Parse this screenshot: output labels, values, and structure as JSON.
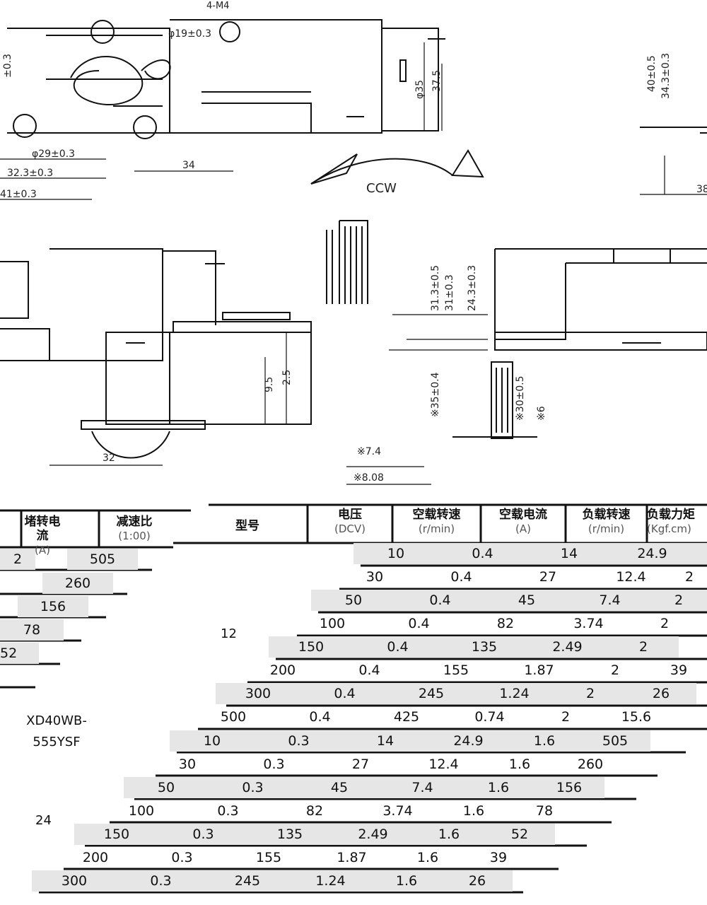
{
  "drawing": {
    "dimensions": {
      "top_left": "4-M4",
      "top_pcd": "φ19±0.3",
      "left_vertical": "±0.3",
      "bottom_1": "φ29±0.3",
      "bottom_2": "32.3±0.3",
      "bottom_3": "41±0.3",
      "bottom_center": "34",
      "side_1": "φ35",
      "side_2": "37.5",
      "right_1": "40±0.5",
      "right_2": "34.3±0.3",
      "right_3": "38",
      "ccw": "CCW",
      "lower_1": "9.5",
      "lower_2": "2.5",
      "lower_3": "32",
      "lower_right_1": "31.3±0.5",
      "lower_right_2": "31±0.3",
      "lower_right_3": "24.3±0.3",
      "shaft_1": "※35±0.4",
      "shaft_2": "※30±0.5",
      "shaft_3": "※6",
      "shaft_4": "※7.4",
      "shaft_5": "※8.08"
    }
  },
  "table_left": {
    "headers": [
      {
        "title": "堵转电流",
        "unit": "(A)"
      },
      {
        "title": "减速比",
        "unit": "(1:00)"
      }
    ],
    "rows": [
      {
        "current": "2",
        "ratio": "505"
      },
      {
        "current": "",
        "ratio": "260"
      },
      {
        "current": "",
        "ratio": "156"
      },
      {
        "current": "",
        "ratio": "78"
      },
      {
        "current": "",
        "ratio": "52"
      }
    ],
    "model": "XD40WB-555YSF"
  },
  "table_main": {
    "headers": [
      {
        "title": "型号",
        "unit": ""
      },
      {
        "title": "电压",
        "unit": "(DCV)"
      },
      {
        "title": "空载转速",
        "unit": "(r/min)"
      },
      {
        "title": "空载电流",
        "unit": "(A)"
      },
      {
        "title": "负载转速",
        "unit": "(r/min)"
      },
      {
        "title": "负载力矩",
        "unit": "(Kgf.cm)"
      }
    ],
    "voltage_12": "12",
    "voltage_24": "24",
    "rows12": [
      [
        "10",
        "0.4",
        "14",
        "24.9",
        ""
      ],
      [
        "30",
        "0.4",
        "27",
        "12.4",
        "2"
      ],
      [
        "50",
        "0.4",
        "45",
        "7.4",
        "2"
      ],
      [
        "100",
        "0.4",
        "82",
        "3.74",
        "2"
      ],
      [
        "150",
        "0.4",
        "135",
        "2.49",
        "2"
      ],
      [
        "200",
        "0.4",
        "155",
        "1.87",
        "2",
        "39"
      ],
      [
        "300",
        "0.4",
        "245",
        "1.24",
        "2",
        "26"
      ],
      [
        "500",
        "0.4",
        "425",
        "0.74",
        "2",
        "15.6"
      ]
    ],
    "rows24": [
      [
        "10",
        "0.3",
        "14",
        "24.9",
        "1.6",
        "505"
      ],
      [
        "30",
        "0.3",
        "27",
        "12.4",
        "1.6",
        "260"
      ],
      [
        "50",
        "0.3",
        "45",
        "7.4",
        "1.6",
        "156"
      ],
      [
        "100",
        "0.3",
        "82",
        "3.74",
        "1.6",
        "78"
      ],
      [
        "150",
        "0.3",
        "135",
        "2.49",
        "1.6",
        "52"
      ],
      [
        "200",
        "0.3",
        "155",
        "1.87",
        "1.6",
        "39"
      ],
      [
        "300",
        "0.3",
        "245",
        "1.24",
        "1.6",
        "26"
      ]
    ]
  }
}
